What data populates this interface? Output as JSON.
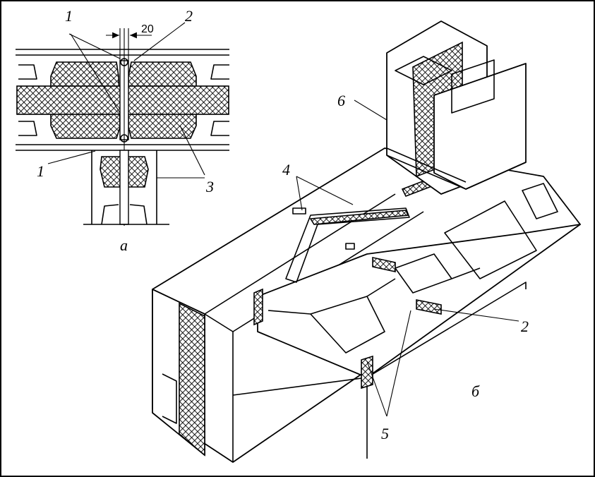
{
  "figure": {
    "dimension": "20",
    "labels": {
      "l1_top": "1",
      "l2_top": "2",
      "l1_left": "1",
      "l3": "3",
      "l4": "4",
      "l6": "6",
      "l2_right": "2",
      "l5": "5",
      "part_a": "а",
      "part_b": "б"
    }
  }
}
